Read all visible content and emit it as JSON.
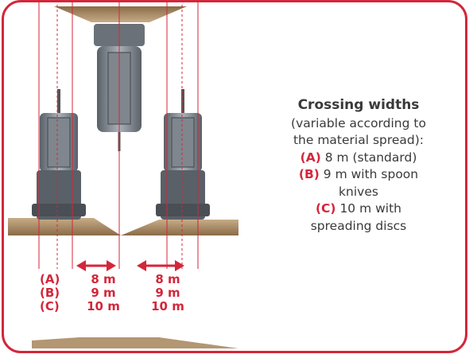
{
  "legend": {
    "title": "Crossing widths",
    "subtitle_1": "(variable according to",
    "subtitle_2": "the material spread):",
    "item_a_tag": "(A)",
    "item_a_text": " 8 m (standard)",
    "item_b_tag": "(B)",
    "item_b_text": " 9 m with spoon",
    "item_b_text_2": "knives",
    "item_c_tag": "(C)",
    "item_c_text": " 10 m with",
    "item_c_text_2": "spreading discs"
  },
  "rows": [
    "(A)",
    "(B)",
    "(C)"
  ],
  "widths_left": [
    "8 m",
    "9 m",
    "10 m"
  ],
  "widths_right": [
    "8 m",
    "9 m",
    "10 m"
  ],
  "colors": {
    "accent": "#d4263a",
    "soil": "#a88a63",
    "machine_dark": "#4a4f55",
    "machine_light": "#9aa2aa"
  }
}
